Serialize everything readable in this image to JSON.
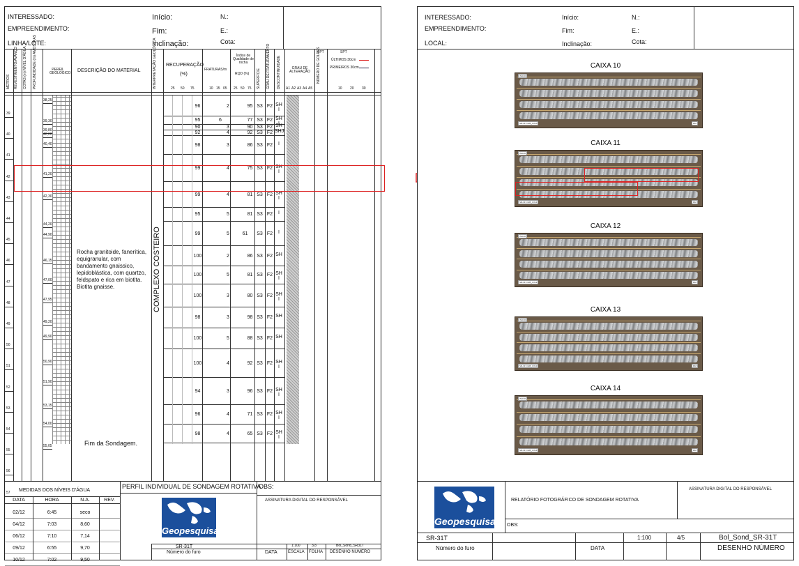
{
  "left_sheet": {
    "header": {
      "interessado": "INTERESSADO:",
      "empreendimento": "EMPREENDIMENTO:",
      "linha_lote": "LINHA/LOTE:",
      "inicio": "Início:",
      "fim": "Fim:",
      "inclinacao": "Inclinação:",
      "n": "N.:",
      "e": "E.:",
      "cota": "Cota:"
    },
    "columns": {
      "metros": "METROS",
      "revestimento": "REVESTIMENTO/AVANÇO",
      "cotas": "COTAS (m) NÍVEL D'ÁGUA",
      "profundidade": "PROFUNDIDADE (m) AMOSTRAS",
      "perfil": "PERFIL GEOLÓGICO",
      "descricao": "DESCRIÇÃO DO MATERIAL",
      "interpretacao": "INTERPRETAÇÃO GEOLÓGICA",
      "recuperacao": "RECUPERAÇÃO",
      "recuperacao_unit": "(%)",
      "fraturas": "FRATURAS/m",
      "rqd_title": "Índice de Qualidade de rocha",
      "rqd_unit": "RQD (%)",
      "superficie": "SUPERFÍCIE",
      "grau_fraturamento": "GRAU DE FRATURAMENTO",
      "descontinuidade": "DESCONTINUIDADE",
      "grau_alteracao": "GRAU DE ALTERAÇÃO",
      "numero_golpes": "NÚMERO DE GOLPES",
      "spt": "SPT",
      "spt2": "SPT",
      "ultimos": "ÚLTIMOS 30cm",
      "primeiros": "PRIMEIROS 30cm"
    },
    "rec_ticks": [
      "25",
      "50",
      "75"
    ],
    "frat_ticks": [
      "10",
      "15",
      "05"
    ],
    "rqd_ticks": [
      "25",
      "50",
      "75"
    ],
    "alt_ticks": [
      "A1",
      "A2",
      "A3",
      "A4",
      "A5"
    ],
    "spt_ticks": [
      "10",
      "20",
      "30"
    ],
    "meters": [
      "39",
      "40",
      "41",
      "42",
      "43",
      "44",
      "45",
      "46",
      "47",
      "48",
      "49",
      "50",
      "51",
      "52",
      "53",
      "54",
      "55",
      "56",
      "57"
    ],
    "depths": [
      "38,25",
      "39,30",
      "39,80",
      "40,00",
      "40,40",
      "41,20",
      "42,30",
      "44,20",
      "44,90",
      "46,15",
      "47,00",
      "47,95",
      "49,20",
      "49,90",
      "50,90",
      "51,90",
      "53,15",
      "54,00",
      "55,05"
    ],
    "rows": [
      {
        "rec": "96",
        "frat": "2",
        "rqd": "95",
        "sup": "S3",
        "gf": "F2",
        "desc": "SH I"
      },
      {
        "rec": "95",
        "frat": "6",
        "rqd": "77",
        "sup": "S3",
        "gf": "F2",
        "desc": "SH I"
      },
      {
        "rec": "90",
        "frat": "3",
        "rqd": "90",
        "sup": "S3",
        "gf": "F2",
        "desc": "SH"
      },
      {
        "rec": "92",
        "frat": "4",
        "rqd": "92",
        "sup": "S3",
        "gf": "F2",
        "desc": "SHJ"
      },
      {
        "rec": "98",
        "frat": "3",
        "rqd": "86",
        "sup": "S3",
        "gf": "F2",
        "desc": "I"
      },
      {
        "rec": "99",
        "frat": "4",
        "rqd": "75",
        "sup": "S3",
        "gf": "F2",
        "desc": "SH I"
      },
      {
        "rec": "99",
        "frat": "4",
        "rqd": "81",
        "sup": "S3",
        "gf": "F2",
        "desc": "SH I"
      },
      {
        "rec": "95",
        "frat": "5",
        "rqd": "81",
        "sup": "S3",
        "gf": "F2",
        "desc": "I"
      },
      {
        "rec": "99",
        "frat": "5",
        "rqd": "61",
        "sup": "S3",
        "gf": "F2",
        "desc": "I"
      },
      {
        "rec": "100",
        "frat": "2",
        "rqd": "86",
        "sup": "S3",
        "gf": "F2",
        "desc": "SH"
      },
      {
        "rec": "100",
        "frat": "5",
        "rqd": "81",
        "sup": "S3",
        "gf": "F2",
        "desc": "SH I"
      },
      {
        "rec": "100",
        "frat": "3",
        "rqd": "80",
        "sup": "S3",
        "gf": "F2",
        "desc": "SH I"
      },
      {
        "rec": "98",
        "frat": "3",
        "rqd": "98",
        "sup": "S3",
        "gf": "F2",
        "desc": "SH"
      },
      {
        "rec": "100",
        "frat": "5",
        "rqd": "88",
        "sup": "S3",
        "gf": "F2",
        "desc": "SH"
      },
      {
        "rec": "100",
        "frat": "4",
        "rqd": "92",
        "sup": "S3",
        "gf": "F2",
        "desc": "SH I"
      },
      {
        "rec": "94",
        "frat": "3",
        "rqd": "96",
        "sup": "S3",
        "gf": "F2",
        "desc": "SH I"
      },
      {
        "rec": "96",
        "frat": "4",
        "rqd": "71",
        "sup": "S3",
        "gf": "F2",
        "desc": "SH I"
      },
      {
        "rec": "98",
        "frat": "4",
        "rqd": "65",
        "sup": "S3",
        "gf": "F2",
        "desc": "SH I"
      }
    ],
    "description": "Rocha granitoide, fanerítica, equigranular, com bandamento gnaissico, lepidoblástica, com quartzo, feldspato e rica em biotita. Biotita gnaisse.",
    "interpretation": "COMPLEXO COSTEIRO",
    "end": "Fim da Sondagem.",
    "water": {
      "title": "MEDIDAS DOS NÍVEIS D'ÁGUA",
      "headers": [
        "DATA",
        "HORA",
        "N.A.",
        "REV."
      ],
      "rows": [
        [
          "02/12",
          "6:45",
          "seco",
          ""
        ],
        [
          "04/12",
          "7:03",
          "8,60",
          ""
        ],
        [
          "06/12",
          "7:10",
          "7,14",
          ""
        ],
        [
          "09/12",
          "6:55",
          "9,70",
          ""
        ],
        [
          "10/12",
          "7:02",
          "9,50",
          ""
        ]
      ]
    },
    "footer": {
      "title": "PERFIL INDIVIDUAL DE SONDAGEM ROTATIVA",
      "obs": "OBS:",
      "assinatura": "ASSINATURA DIGITAL DO RESPONSÁVEL",
      "logo": "Geopesquisa",
      "furo": "SR-31T",
      "furo_label": "Número do furo",
      "data_label": "DATA",
      "escala": "1:100",
      "escala_label": "ESCALA",
      "folha": "3/3",
      "folha_label": "FOLHA",
      "desenho": "Bol_Sond_SR31T",
      "desenho_label": "DESENHO NÚMERO"
    }
  },
  "right_sheet": {
    "header": {
      "interessado": "INTERESSADO:",
      "empreendimento": "EMPREENDIMENTO:",
      "local": "LOCAL:",
      "inicio": "Início:",
      "fim": "Fim:",
      "inclinacao": "Inclinação:",
      "n": "N.:",
      "e": "E.:",
      "cota": "Cota:"
    },
    "boxes": [
      {
        "title": "CAIXA 10",
        "label": "SR-31T-11B_CX10",
        "inicio": "INICIO",
        "fim": "FIM"
      },
      {
        "title": "CAIXA 11",
        "label": "SR-31T-11B_CX11",
        "inicio": "INICIO",
        "fim": "FIM"
      },
      {
        "title": "CAIXA 12",
        "label": "SR-31T-11B_CX12",
        "inicio": "INICIO",
        "fim": "FIM"
      },
      {
        "title": "CAIXA 13",
        "label": "SR-31T-11B_CX13",
        "inicio": "INICIO",
        "fim": "FIM"
      },
      {
        "title": "CAIXA 14",
        "label": "SR-31T-11B_CX14",
        "inicio": "INICIO",
        "fim": "FIM"
      }
    ],
    "footer": {
      "logo": "Geopesquisa",
      "title": "RELATÓRIO FOTOGRÁFICO DE SONDAGEM ROTATIVA",
      "assinatura": "ASSINATURA DIGITAL DO RESPONSÁVEL",
      "obs": "OBS:",
      "furo": "SR-31T",
      "furo_label": "Número do furo",
      "data_label": "DATA",
      "escala": "1:100",
      "folha": "4/5",
      "desenho": "Bol_Sond_SR-31T",
      "desenho_label": "DESENHO NÚMERO"
    }
  },
  "colors": {
    "highlight": "#d22222",
    "logo": "#1b4f9c"
  }
}
